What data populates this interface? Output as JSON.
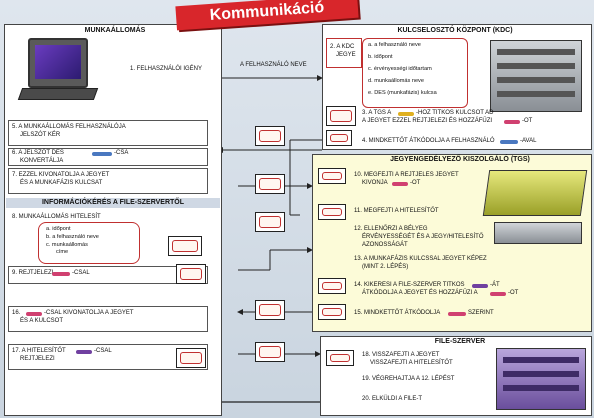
{
  "title": "Kommunikáció",
  "panels": {
    "workstation": "MUNKAÁLLOMÁS",
    "kdc": "KULCSELOSZTÓ KÖZPONT (KDC)",
    "tgs": "JEGYENGEDÉLYEZŐ KISZOLGÁLÓ (TGS)",
    "fileserver": "FILE-SZERVER",
    "info": "INFORMÁCIÓKÉRÉS A FILE-SZERVERTŐL"
  },
  "arrows": {
    "user_name": "A FELHASZNÁLÓ NEVE"
  },
  "ws_steps": {
    "s1": "1. FELHASZNÁLÓI IGÉNY",
    "s5a": "5. A MUNKAÁLLOMÁS FELHASZNÁLÓJA",
    "s5b": "JELSZÓT KÉR",
    "s6": "6. A JELSZÓT DES",
    "s6b": "KONVERTÁLJA",
    "s6c": "-CSA",
    "s7a": "7. EZZEL KIVONATOLJA A JEGYET",
    "s7b": "ÉS A MUNKAFÁZIS KULCSAT",
    "s8": "8. MUNKAÁLLOMÁS HITELESÍT",
    "s8a": "a. időpont",
    "s8b": "b. a felhasználó neve",
    "s8c": "c. munkaállomás",
    "s8d": "címe",
    "s9": "9. REJTJELEZI",
    "s9b": "-CSAL",
    "s16a": "16.",
    "s16b": "-CSAL KIVONATOLJA A JEGYET",
    "s16c": "ÉS A KULCSOT",
    "s17a": "17. A HITELESÍTŐT",
    "s17b": "-CSAL",
    "s17c": "REJTJELEZI"
  },
  "kdc_steps": {
    "s2a": "2. A KDC",
    "s2b": "JEGYE",
    "items": [
      "a. a felhasználó neve",
      "b. időpont",
      "c. érvényességi időtartam",
      "d. munkaállomás neve",
      "e. DES (munkafázis) kulcsa"
    ],
    "s3a": "3. A TGS A",
    "s3b": "-HOZ TITKOS KULCSOT AD",
    "s3c": "A JEGYET EZZEL REJTJELEZI ÉS HOZZÁFŰZI",
    "s3d": "-OT",
    "s4a": "4. MINDKETTŐT ÁTKÓDOLJA A FELHASZNÁLÓ",
    "s4b": "-AVAL"
  },
  "tgs_steps": {
    "s10a": "10. MEGFEJTI A REJTJELES JEGYET",
    "s10b": "KIVONJA",
    "s10c": "-OT",
    "s11": "11. MEGFEJTI A HITELESÍTŐT",
    "s12a": "12. ELLENŐRZI A BÉLYEG",
    "s12b": "ÉRVÉNYESSÉGÉT ÉS A JEGY/HITELESÍTŐ",
    "s12c": "AZONOSSÁGÁT",
    "s13a": "13. A MUNKAFÁZIS KULCSSAL JEGYET KÉPEZ",
    "s13b": "(MINT 2. LÉPÉS)",
    "s14a": "14. KIKERESI A FILE-SZERVER TITKOS",
    "s14b": "-ÁT",
    "s14c": "ÁTKÓDOLJA A JEGYET ÉS HOZZÁFŰZI A",
    "s14d": "-OT",
    "s15a": "15. MINDKETTŐT ÁTKÓDOLJA",
    "s15b": "SZERINT"
  },
  "fs_steps": {
    "s18a": "18. VISSZAFEJTI A JEGYET",
    "s18b": "VISSZAFEJTI A HITELESÍTŐT",
    "s19": "19. VÉGREHAJTJA A 12. LÉPÉST",
    "s20": "20. ELKÜLDI A FILE-T"
  },
  "colors": {
    "title_red": "#d8262b",
    "panel_bg": "#ffffff",
    "tgs_bg": "#fcfbd8",
    "token_red": "#c03030",
    "key_blue": "#4a78c0",
    "key_yellow": "#e0b020",
    "key_pink": "#d04070",
    "key_purple": "#7040a0"
  }
}
